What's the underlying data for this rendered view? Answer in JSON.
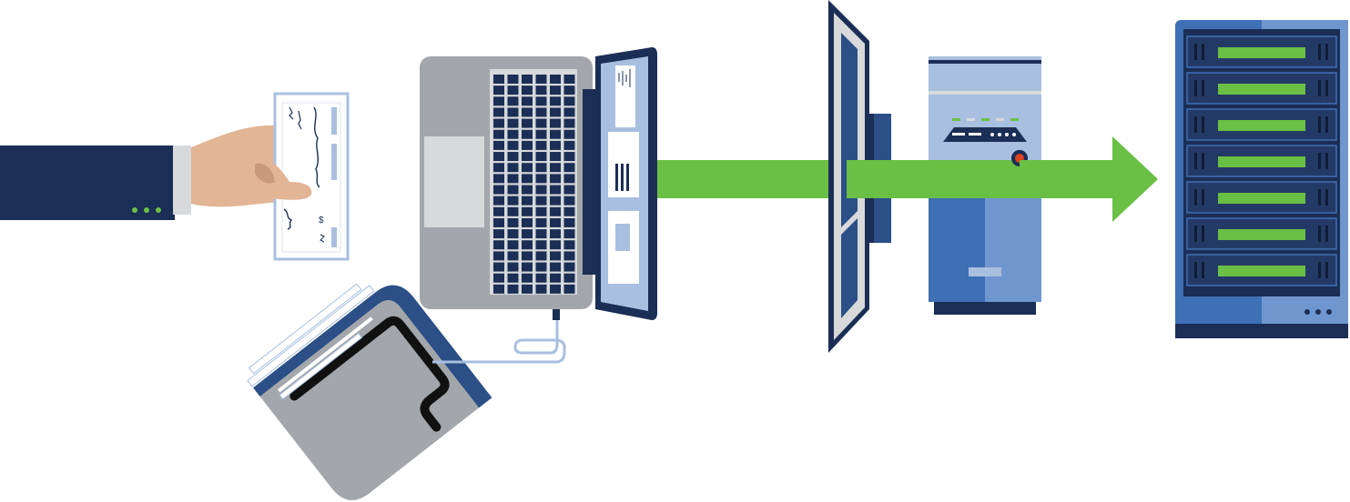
{
  "diagram": {
    "kind": "remote-deposit-capture-flow",
    "steps": [
      {
        "id": "hand-with-check",
        "icon": "hand-holding-check-icon"
      },
      {
        "id": "check-scanner",
        "icon": "check-scanner-icon"
      },
      {
        "id": "laptop",
        "icon": "laptop-icon"
      },
      {
        "id": "firewall",
        "icon": "firewall-panel-icon"
      },
      {
        "id": "desktop-server",
        "icon": "tower-server-icon"
      },
      {
        "id": "server-rack",
        "icon": "server-rack-icon"
      }
    ],
    "check": {
      "amount_symbol": "$"
    }
  },
  "colors": {
    "navy": "#1b2e55",
    "blue": "#3f6fb5",
    "light_blue": "#a9bfe0",
    "green": "#6abf45",
    "gray": "#a3a7ab",
    "light_gray": "#d7d9db",
    "skin": "#e2b595"
  }
}
